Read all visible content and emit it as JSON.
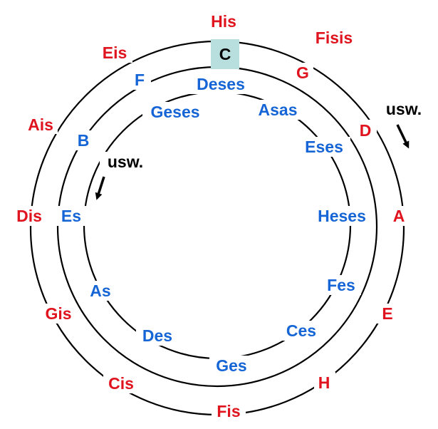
{
  "colors": {
    "sharp": "#e0141e",
    "flat": "#1565d6",
    "center": "#000000",
    "highlight": "#b9dede",
    "ring": "#000000"
  },
  "outer_labels": [
    {
      "id": "his",
      "text": "His"
    },
    {
      "id": "fisis",
      "text": "Fisis"
    },
    {
      "id": "eis",
      "text": "Eis"
    },
    {
      "id": "ais",
      "text": "Ais"
    },
    {
      "id": "dis",
      "text": "Dis"
    },
    {
      "id": "gis",
      "text": "Gis"
    },
    {
      "id": "cis",
      "text": "Cis"
    },
    {
      "id": "fis",
      "text": "Fis"
    }
  ],
  "middle_labels": [
    {
      "id": "c",
      "text": "C",
      "color": "center"
    },
    {
      "id": "g",
      "text": "G",
      "color": "sharp"
    },
    {
      "id": "d",
      "text": "D",
      "color": "sharp"
    },
    {
      "id": "a",
      "text": "A",
      "color": "sharp"
    },
    {
      "id": "e",
      "text": "E",
      "color": "sharp"
    },
    {
      "id": "h",
      "text": "H",
      "color": "sharp"
    },
    {
      "id": "ges",
      "text": "Ges",
      "color": "flat"
    },
    {
      "id": "des",
      "text": "Des",
      "color": "flat"
    },
    {
      "id": "as",
      "text": "As",
      "color": "flat"
    },
    {
      "id": "es",
      "text": "Es",
      "color": "flat"
    },
    {
      "id": "b",
      "text": "B",
      "color": "flat"
    },
    {
      "id": "f",
      "text": "F",
      "color": "flat"
    }
  ],
  "inner_labels": [
    {
      "id": "deses",
      "text": "Deses"
    },
    {
      "id": "asas",
      "text": "Asas"
    },
    {
      "id": "eses",
      "text": "Eses"
    },
    {
      "id": "heses",
      "text": "Heses"
    },
    {
      "id": "fes",
      "text": "Fes"
    },
    {
      "id": "ces",
      "text": "Ces"
    },
    {
      "id": "geses",
      "text": "Geses"
    }
  ],
  "annotations": {
    "usw_right": "usw.",
    "usw_left": "usw."
  }
}
